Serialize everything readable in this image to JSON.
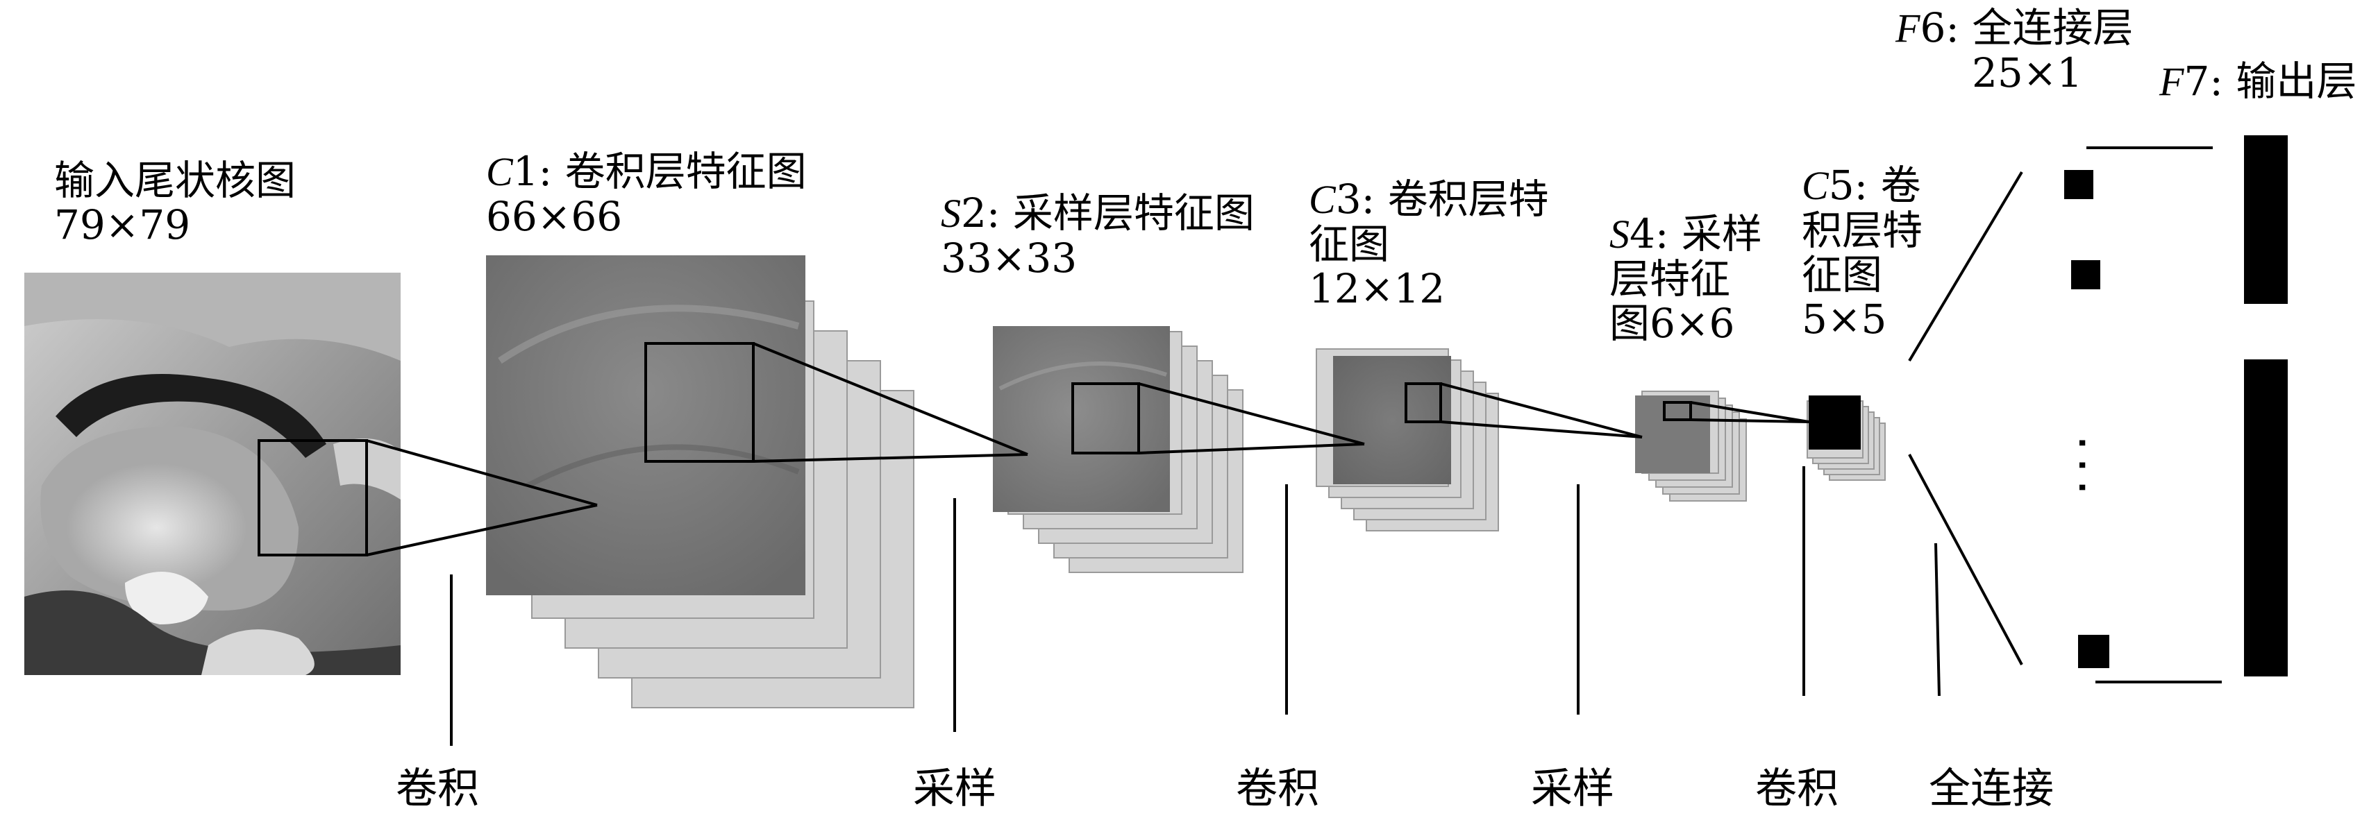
{
  "input": {
    "title": "输入尾状核图",
    "size": "79×79"
  },
  "c1": {
    "prefix": "C",
    "num": "1",
    "title": ": 卷积层特征图",
    "size": "66×66"
  },
  "s2": {
    "prefix": "S",
    "num": "2",
    "title": ": 采样层特征图",
    "size": "33×33"
  },
  "c3": {
    "prefix": "C",
    "num": "3",
    "title": ": 卷积层特",
    "title2": "征图",
    "size": "12×12"
  },
  "s4": {
    "prefix": "S",
    "num": "4",
    "title": ": 采样",
    "title2": "层特征",
    "title3": "图6×6"
  },
  "c5": {
    "prefix": "C",
    "num": "5",
    "title": ": 卷",
    "title2": "积层特",
    "title3": "征图",
    "size": "5×5"
  },
  "f6": {
    "prefix": "F",
    "num": "6",
    "title": ": 全连接层",
    "size": "25×1"
  },
  "f7": {
    "prefix": "F",
    "num": "7",
    "title": ": 输出层"
  },
  "operations": [
    "卷积",
    "采样",
    "卷积",
    "采样",
    "卷积",
    "全连接"
  ],
  "ellipsis": "· · ·",
  "colors": {
    "stack": "#d4d4d4",
    "stack_border": "#9a9a9a",
    "ink": "#000000"
  }
}
